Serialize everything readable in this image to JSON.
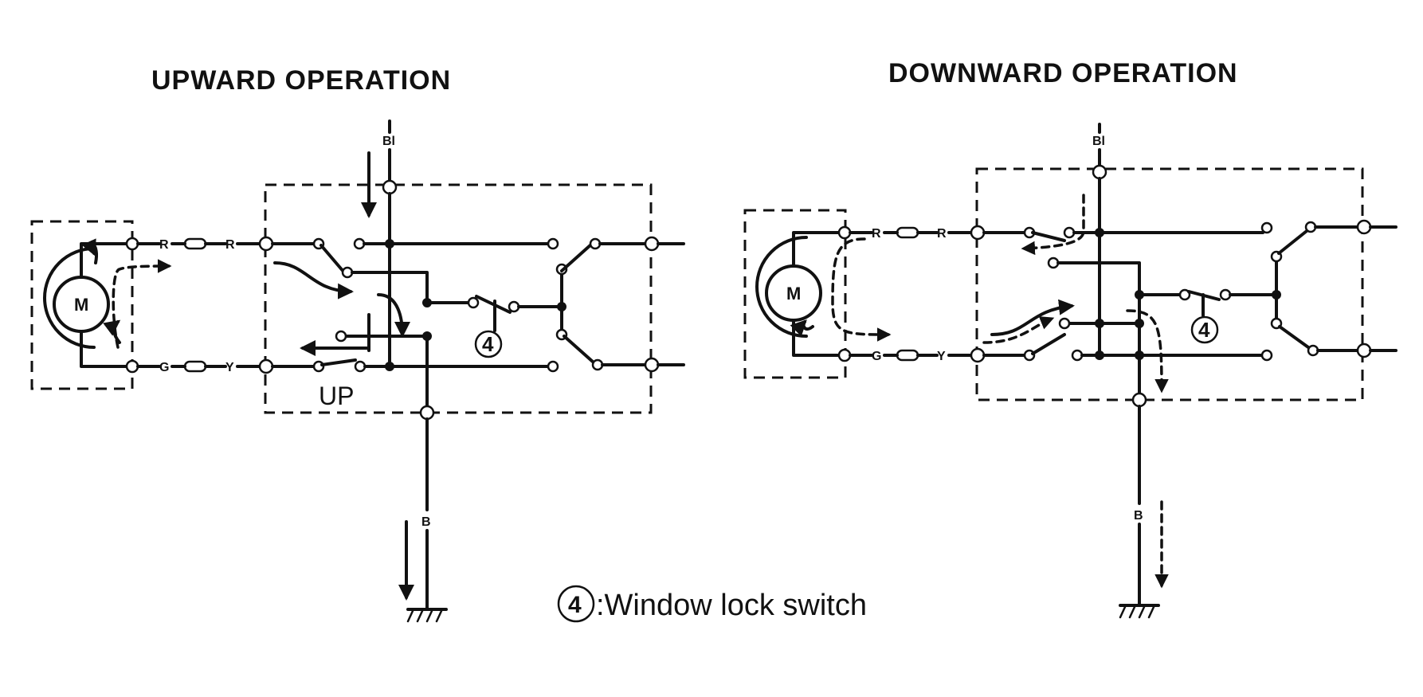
{
  "titles": {
    "upward": "UPWARD OPERATION",
    "downward": "DOWNWARD OPERATION"
  },
  "labels": {
    "motor": "M",
    "bl": "Bl",
    "b": "B",
    "r": "R",
    "g": "G",
    "y": "Y",
    "up": "UP",
    "switch_number": "4"
  },
  "legend": {
    "number": "4",
    "text": ":Window lock switch"
  }
}
